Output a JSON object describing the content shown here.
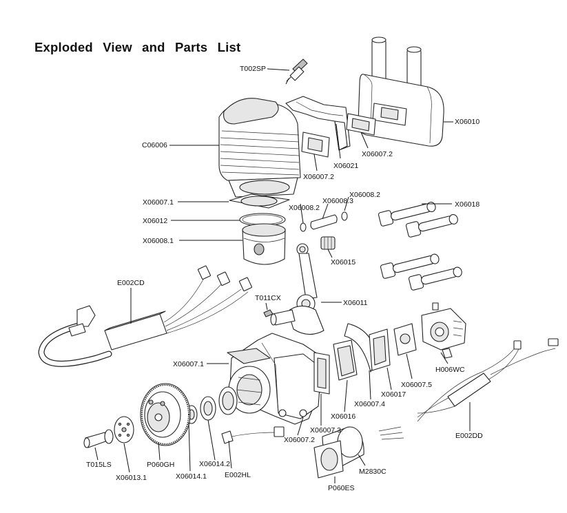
{
  "title": "Exploded View and Parts List",
  "parts": {
    "spark_plug": "T002SP",
    "cylinder": "C06006",
    "muffler": "X06010",
    "cylinder_cover": "X06021",
    "exhaust_gasket_a": "X06007.2",
    "exhaust_gasket_b": "X06007.2",
    "cylinder_gasket": "X06007.1",
    "piston_ring": "X06012",
    "piston": "X06008.1",
    "circlip_a": "X06008.2",
    "piston_pin": "X06008.3",
    "circlip_b": "X06008.2",
    "bolts": "X06018",
    "needle_bearing": "X06015",
    "connecting_rod": "X06011",
    "ignition_module": "E002CD",
    "woodruff_key": "T011CX",
    "crankcase_gasket": "X06007.1",
    "carburetor": "H006WC",
    "carb_gasket": "X06007.5",
    "reed_valve": "X06017",
    "reed_gasket": "X06007.4",
    "intake_block": "X06016",
    "intake_gasket": "X06007.3",
    "rear_gasket": "X06007.2",
    "esc": "E002DD",
    "starter_motor": "M2830C",
    "starter_gear": "P060ES",
    "hall_sensor": "E002HL",
    "bearing_large": "X06014.2",
    "bearing_small": "X06014.1",
    "flywheel": "P060GH",
    "prop_washer": "X06013.1",
    "prop_bolt": "T015LS"
  }
}
